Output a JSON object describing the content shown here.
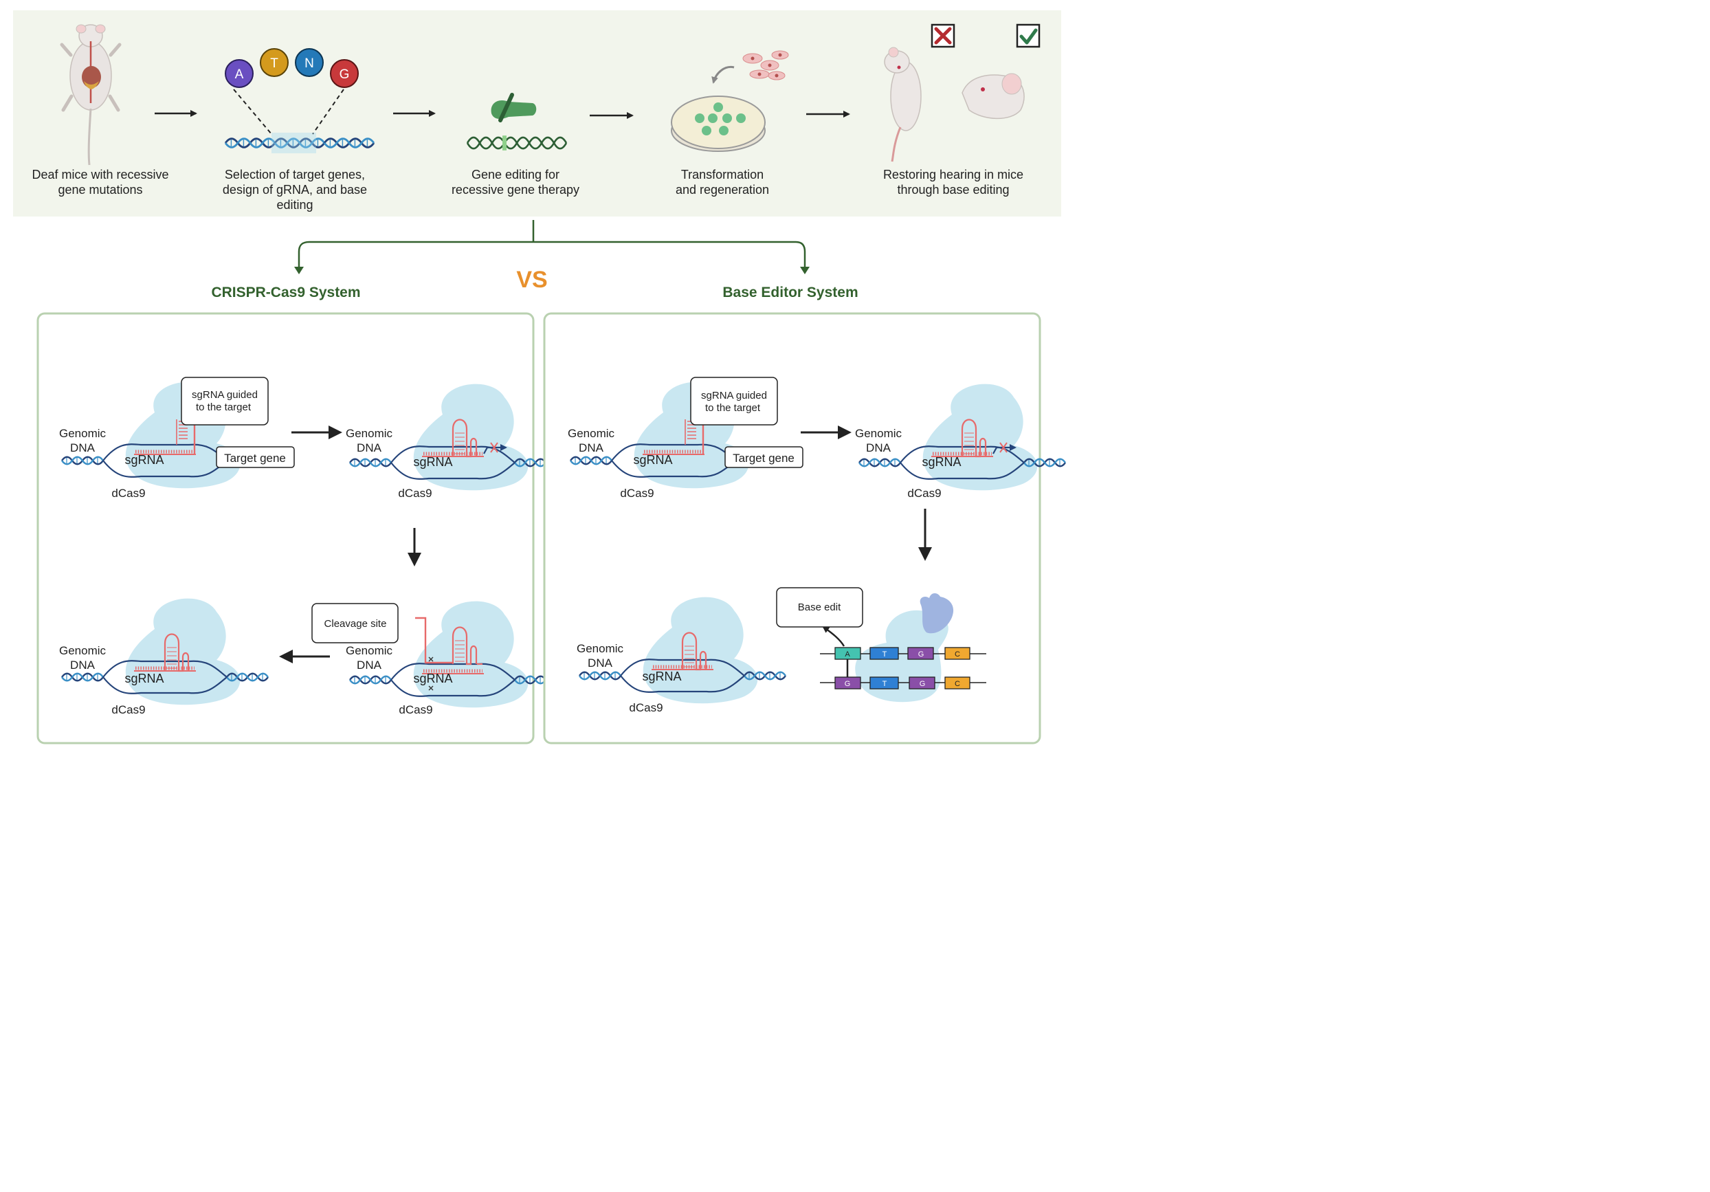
{
  "workflow": {
    "steps": [
      {
        "line1": "Deaf mice with recessive",
        "line2": "gene mutations",
        "line3": ""
      },
      {
        "line1": "Selection of target genes,",
        "line2": "design of gRNA, and base",
        "line3": "editing"
      },
      {
        "line1": "Gene editing for",
        "line2": "recessive gene therapy",
        "line3": ""
      },
      {
        "line1": "Transformation",
        "line2": "and regeneration",
        "line3": ""
      },
      {
        "line1": "Restoring hearing in mice",
        "line2": "through base editing",
        "line3": ""
      }
    ],
    "bases": [
      "A",
      "T",
      "N",
      "G"
    ]
  },
  "comparison": {
    "vs_label": "VS",
    "left_title": "CRISPR-Cas9 System",
    "right_title": "Base Editor System"
  },
  "common": {
    "genomic_1": "Genomic",
    "genomic_2": "DNA",
    "sgrna": "sgRNA",
    "dcas9": "dCas9",
    "guided_1": "sgRNA guided",
    "guided_2": "to the target",
    "target_gene": "Target gene"
  },
  "crispr": {
    "cleavage_site": "Cleavage site"
  },
  "base_editor": {
    "base_edit": "Base edit",
    "top_strand": [
      "A",
      "T",
      "G",
      "C"
    ],
    "bottom_strand": [
      "G",
      "T",
      "G",
      "C"
    ]
  },
  "colors": {
    "panel_bg": "#f2f5ec",
    "green_title": "#33612e",
    "vs_orange": "#e8902c",
    "base_A": "#6a4fc1",
    "base_T": "#d49a1d",
    "base_N": "#2479b8",
    "base_G": "#c8393b",
    "dna_dark": "#25447a",
    "dna_light": "#3a8fc6",
    "protein": "#bfe3ef",
    "sgrna": "#e76a6a",
    "box_border": "#b9d1b0"
  }
}
